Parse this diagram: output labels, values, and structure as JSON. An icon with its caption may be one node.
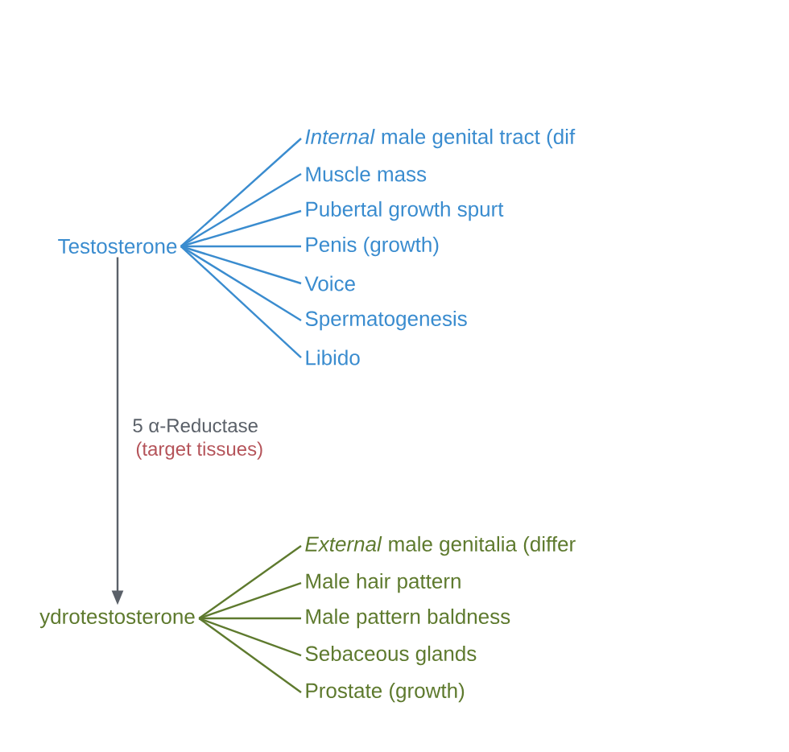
{
  "diagram": {
    "nodes": [
      {
        "text": [
          "Testosterone"
        ]
      },
      {
        "text": [
          "*Internal* male genital tract (dif"
        ]
      },
      {
        "text": [
          "Muscle mass"
        ]
      },
      {
        "text": [
          "Pubertal growth spurt"
        ]
      },
      {
        "text": [
          "Penis (growth)"
        ]
      },
      {
        "text": [
          "Voice"
        ]
      },
      {
        "text": [
          "Spermatogenesis"
        ]
      },
      {
        "text": [
          "Libido"
        ]
      },
      {
        "text": [
          "ydrotestosterone"
        ]
      },
      {
        "text": [
          "*External* male genitalia (differ"
        ]
      },
      {
        "text": [
          "Male hair pattern"
        ]
      },
      {
        "text": [
          "Male pattern baldness"
        ]
      },
      {
        "text": [
          "Sebaceous glands"
        ]
      },
      {
        "text": [
          "Prostate (growth)"
        ]
      }
    ],
    "edges": [
      {
        "from": 0,
        "to": 1,
        "arrow": "none"
      },
      {
        "from": 0,
        "to": 2,
        "arrow": "none"
      },
      {
        "from": 0,
        "to": 3,
        "arrow": "none"
      },
      {
        "from": 0,
        "to": 4,
        "arrow": "none"
      },
      {
        "from": 0,
        "to": 5,
        "arrow": "none"
      },
      {
        "from": 0,
        "to": 6,
        "arrow": "none"
      },
      {
        "from": 0,
        "to": 7,
        "arrow": "none"
      },
      {
        "from": 0,
        "to": 8,
        "arrow": "to",
        "label": "5 α-Reductase",
        "color": "#5b6169"
      },
      {
        "from": 8,
        "to": 9,
        "arrow": "none",
        "color": "#5e7a2e"
      },
      {
        "from": 8,
        "to": 10,
        "arrow": "none",
        "color": "#5e7a2e"
      },
      {
        "from": 8,
        "to": 11,
        "arrow": "none",
        "color": "#5e7a2e"
      },
      {
        "from": 8,
        "to": 12,
        "arrow": "none",
        "color": "#5e7a2e"
      },
      {
        "from": 8,
        "to": 13,
        "arrow": "none",
        "color": "#5e7a2e"
      }
    ],
    "labels": [
      "(target tissues)"
    ]
  }
}
